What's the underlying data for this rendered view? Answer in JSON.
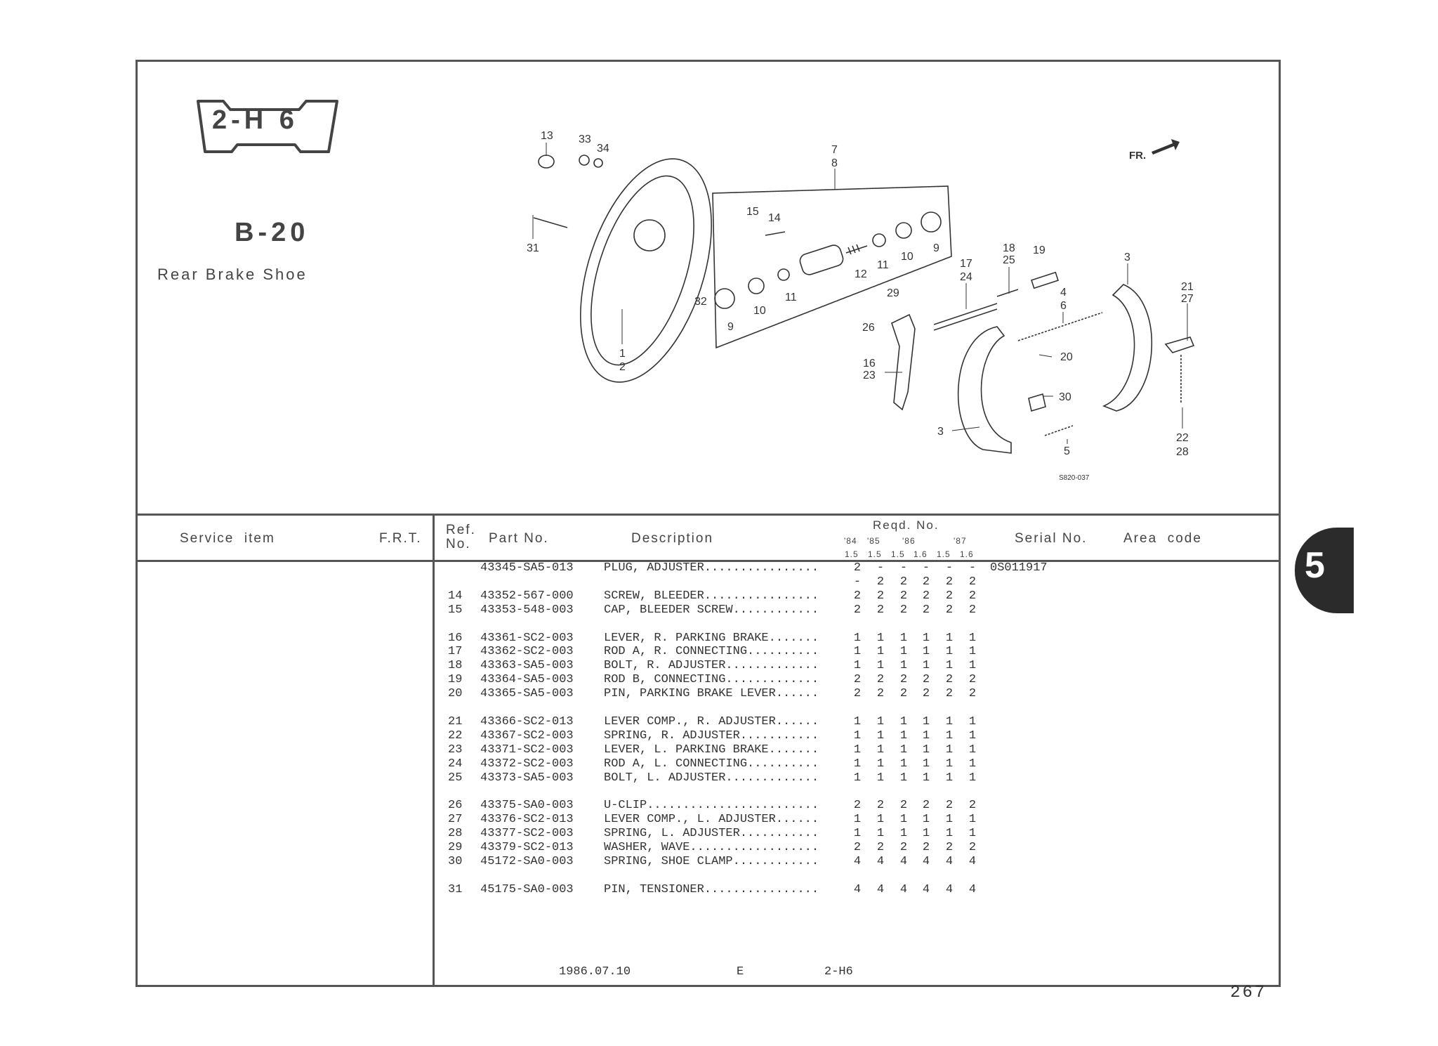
{
  "header": {
    "section_code": "2-H 6",
    "group_code": "B-20",
    "title": "Rear Brake Shoe"
  },
  "diagram": {
    "direction_label": "FR.",
    "drawing_number": "S820-037",
    "callouts": [
      "13",
      "33",
      "34",
      "7",
      "8",
      "15",
      "14",
      "31",
      "18",
      "25",
      "19",
      "3",
      "10",
      "9",
      "12",
      "11",
      "17",
      "24",
      "21",
      "27",
      "4",
      "6",
      "29",
      "11",
      "32",
      "10",
      "26",
      "9",
      "20",
      "1",
      "2",
      "16",
      "23",
      "30",
      "3",
      "5",
      "22",
      "28"
    ]
  },
  "table": {
    "headers": {
      "service_item": "Service  item",
      "frt": "F.R.T.",
      "ref_no_1": "Ref.",
      "ref_no_2": "No.",
      "part_no": "Part No.",
      "description": "Description",
      "reqd_no": "Reqd. No.",
      "years": [
        "'84",
        "'85",
        "'86",
        "'87"
      ],
      "displacements": [
        "1.5",
        "1.5",
        "1.5",
        "1.6",
        "1.5",
        "1.6"
      ],
      "serial_no": "Serial No.",
      "area_code": "Area  code"
    },
    "rows": [
      {
        "ref": "",
        "part": "43345-SA5-013",
        "desc": "PLUG, ADJUSTER................",
        "qty": [
          "2",
          "-",
          "-",
          "-",
          "-",
          "-"
        ],
        "serial": "0S011917"
      },
      {
        "ref": "",
        "part": "",
        "desc": "",
        "qty": [
          "-",
          "2",
          "2",
          "2",
          "2",
          "2"
        ],
        "serial": ""
      },
      {
        "ref": "14",
        "part": "43352-567-000",
        "desc": "SCREW, BLEEDER................",
        "qty": [
          "2",
          "2",
          "2",
          "2",
          "2",
          "2"
        ],
        "serial": ""
      },
      {
        "ref": "15",
        "part": "43353-548-003",
        "desc": "CAP, BLEEDER SCREW............",
        "qty": [
          "2",
          "2",
          "2",
          "2",
          "2",
          "2"
        ],
        "serial": ""
      },
      {
        "ref": "",
        "part": "",
        "desc": "",
        "qty": [
          "",
          "",
          "",
          "",
          "",
          ""
        ],
        "serial": ""
      },
      {
        "ref": "16",
        "part": "43361-SC2-003",
        "desc": "LEVER, R. PARKING BRAKE.......",
        "qty": [
          "1",
          "1",
          "1",
          "1",
          "1",
          "1"
        ],
        "serial": ""
      },
      {
        "ref": "17",
        "part": "43362-SC2-003",
        "desc": "ROD A, R. CONNECTING..........",
        "qty": [
          "1",
          "1",
          "1",
          "1",
          "1",
          "1"
        ],
        "serial": ""
      },
      {
        "ref": "18",
        "part": "43363-SA5-003",
        "desc": "BOLT, R. ADJUSTER.............",
        "qty": [
          "1",
          "1",
          "1",
          "1",
          "1",
          "1"
        ],
        "serial": ""
      },
      {
        "ref": "19",
        "part": "43364-SA5-003",
        "desc": "ROD B, CONNECTING.............",
        "qty": [
          "2",
          "2",
          "2",
          "2",
          "2",
          "2"
        ],
        "serial": ""
      },
      {
        "ref": "20",
        "part": "43365-SA5-003",
        "desc": "PIN, PARKING BRAKE LEVER......",
        "qty": [
          "2",
          "2",
          "2",
          "2",
          "2",
          "2"
        ],
        "serial": ""
      },
      {
        "ref": "",
        "part": "",
        "desc": "",
        "qty": [
          "",
          "",
          "",
          "",
          "",
          ""
        ],
        "serial": ""
      },
      {
        "ref": "21",
        "part": "43366-SC2-013",
        "desc": "LEVER COMP., R. ADJUSTER......",
        "qty": [
          "1",
          "1",
          "1",
          "1",
          "1",
          "1"
        ],
        "serial": ""
      },
      {
        "ref": "22",
        "part": "43367-SC2-003",
        "desc": "SPRING, R. ADJUSTER...........",
        "qty": [
          "1",
          "1",
          "1",
          "1",
          "1",
          "1"
        ],
        "serial": ""
      },
      {
        "ref": "23",
        "part": "43371-SC2-003",
        "desc": "LEVER, L. PARKING BRAKE.......",
        "qty": [
          "1",
          "1",
          "1",
          "1",
          "1",
          "1"
        ],
        "serial": ""
      },
      {
        "ref": "24",
        "part": "43372-SC2-003",
        "desc": "ROD A, L. CONNECTING..........",
        "qty": [
          "1",
          "1",
          "1",
          "1",
          "1",
          "1"
        ],
        "serial": ""
      },
      {
        "ref": "25",
        "part": "43373-SA5-003",
        "desc": "BOLT, L. ADJUSTER.............",
        "qty": [
          "1",
          "1",
          "1",
          "1",
          "1",
          "1"
        ],
        "serial": ""
      },
      {
        "ref": "",
        "part": "",
        "desc": "",
        "qty": [
          "",
          "",
          "",
          "",
          "",
          ""
        ],
        "serial": ""
      },
      {
        "ref": "26",
        "part": "43375-SA0-003",
        "desc": "U-CLIP........................",
        "qty": [
          "2",
          "2",
          "2",
          "2",
          "2",
          "2"
        ],
        "serial": ""
      },
      {
        "ref": "27",
        "part": "43376-SC2-013",
        "desc": "LEVER COMP., L. ADJUSTER......",
        "qty": [
          "1",
          "1",
          "1",
          "1",
          "1",
          "1"
        ],
        "serial": ""
      },
      {
        "ref": "28",
        "part": "43377-SC2-003",
        "desc": "SPRING, L. ADJUSTER...........",
        "qty": [
          "1",
          "1",
          "1",
          "1",
          "1",
          "1"
        ],
        "serial": ""
      },
      {
        "ref": "29",
        "part": "43379-SC2-013",
        "desc": "WASHER, WAVE..................",
        "qty": [
          "2",
          "2",
          "2",
          "2",
          "2",
          "2"
        ],
        "serial": ""
      },
      {
        "ref": "30",
        "part": "45172-SA0-003",
        "desc": "SPRING, SHOE CLAMP............",
        "qty": [
          "4",
          "4",
          "4",
          "4",
          "4",
          "4"
        ],
        "serial": ""
      },
      {
        "ref": "",
        "part": "",
        "desc": "",
        "qty": [
          "",
          "",
          "",
          "",
          "",
          ""
        ],
        "serial": ""
      },
      {
        "ref": "31",
        "part": "45175-SA0-003",
        "desc": "PIN, TENSIONER................",
        "qty": [
          "4",
          "4",
          "4",
          "4",
          "4",
          "4"
        ],
        "serial": ""
      }
    ]
  },
  "footer": {
    "date": "1986.07.10",
    "edition": "E",
    "code": "2-H6",
    "page_number": "267",
    "chapter_tab": "5"
  }
}
